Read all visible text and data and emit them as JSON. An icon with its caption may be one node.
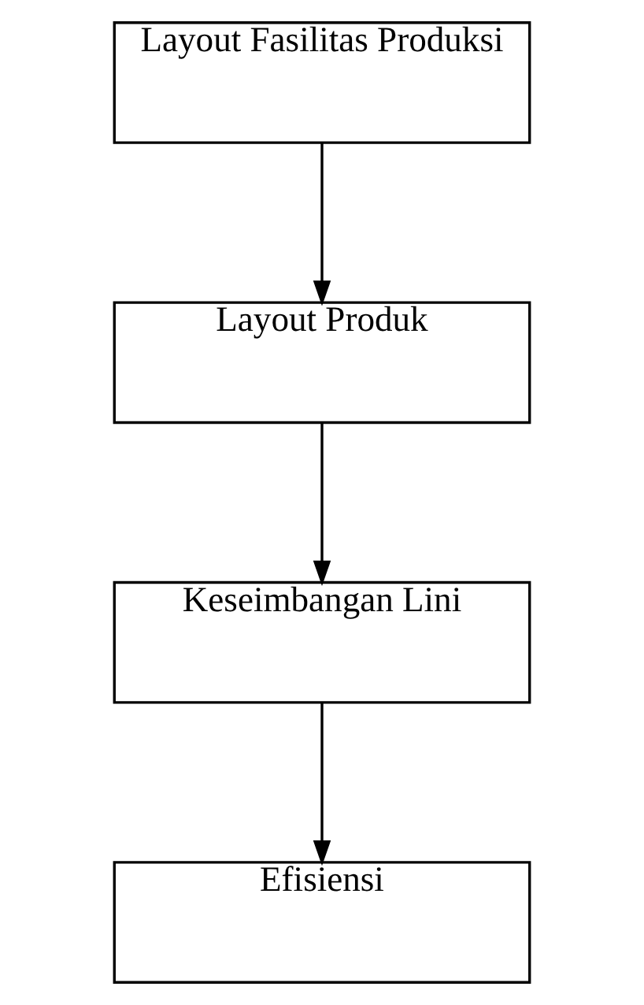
{
  "diagram": {
    "nodes": [
      {
        "text": [
          "Layout Fasilitas Produksi"
        ]
      },
      {
        "text": [
          "Layout Produk"
        ]
      },
      {
        "text": [
          "Keseimbangan Lini"
        ]
      },
      {
        "text": [
          "Efisiensi"
        ]
      }
    ],
    "edges": [
      {
        "from": 0,
        "to": 1,
        "arrow": "to"
      },
      {
        "from": 1,
        "to": 2,
        "arrow": "to"
      },
      {
        "from": 2,
        "to": 3,
        "arrow": "to"
      }
    ]
  }
}
